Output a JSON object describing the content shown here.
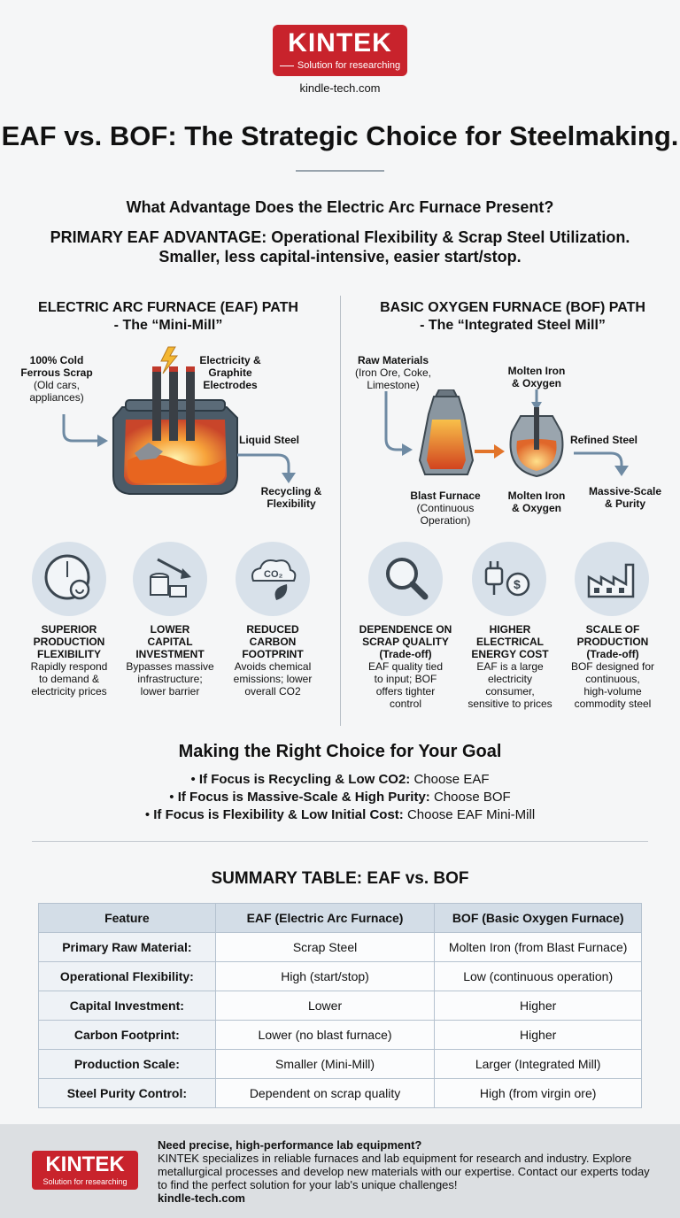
{
  "header": {
    "brand": "KINTEK",
    "tagline": "Solution for researching",
    "site": "kindle-tech.com",
    "title": "EAF vs. BOF: The Strategic Choice for Steelmaking.",
    "question": "What Advantage Does the Electric Arc Furnace Present?",
    "advantage_line1": "PRIMARY EAF ADVANTAGE: Operational Flexibility & Scrap Steel Utilization.",
    "advantage_line2": "Smaller, less capital-intensive, easier start/stop."
  },
  "eaf": {
    "title_line1": "ELECTRIC ARC FURNACE (EAF) PATH",
    "title_line2": "- The “Mini-Mill”",
    "input_bold1": "100% Cold",
    "input_bold2": "Ferrous Scrap",
    "input_note1": "(Old cars,",
    "input_note2": "appliances)",
    "power1": "Electricity &",
    "power2": "Graphite",
    "power3": "Electrodes",
    "output": "Liquid Steel",
    "result1": "Recycling &",
    "result2": "Flexibility",
    "features": [
      {
        "icon": "gauge-icon",
        "title1": "SUPERIOR",
        "title2": "PRODUCTION",
        "title3": "FLEXIBILITY",
        "desc1": "Rapidly respond",
        "desc2": "to demand &",
        "desc3": "electricity prices"
      },
      {
        "icon": "coins-down-icon",
        "title1": "LOWER",
        "title2": "CAPITAL",
        "title3": "INVESTMENT",
        "desc1": "Bypasses massive",
        "desc2": "infrastructure;",
        "desc3": "lower barrier"
      },
      {
        "icon": "co2-leaf-icon",
        "title1": "REDUCED",
        "title2": "CARBON",
        "title3": "FOOTPRINT",
        "desc1": "Avoids chemical",
        "desc2": "emissions; lower",
        "desc3": "overall CO2"
      }
    ]
  },
  "bof": {
    "title_line1": "BASIC OXYGEN FURNACE (BOF) PATH",
    "title_line2": "- The “Integrated Steel Mill”",
    "raw1": "Raw Materials",
    "raw2": "(Iron Ore, Coke,",
    "raw3": "Limestone)",
    "top1": "Molten Iron",
    "top2": "& Oxygen",
    "refined": "Refined Steel",
    "bf1": "Blast Furnace",
    "bf2": "(Continuous",
    "bf3": "Operation)",
    "mid1": "Molten Iron",
    "mid2": "& Oxygen",
    "result1": "Massive-Scale",
    "result2": "& Purity",
    "features": [
      {
        "icon": "magnifier-icon",
        "title1": "DEPENDENCE ON",
        "title2": "SCRAP QUALITY",
        "title3": "(Trade-off)",
        "desc1": "EAF quality tied",
        "desc2": "to input; BOF",
        "desc3": "offers tighter",
        "desc4": "control"
      },
      {
        "icon": "plug-dollar-icon",
        "title1": "HIGHER",
        "title2": "ELECTRICAL",
        "title3": "ENERGY COST",
        "desc1": "EAF is a large",
        "desc2": "electricity",
        "desc3": "consumer,",
        "desc4": "sensitive to prices"
      },
      {
        "icon": "factory-icon",
        "title1": "SCALE OF",
        "title2": "PRODUCTION",
        "title3": "(Trade-off)",
        "desc1": "BOF designed for",
        "desc2": "continuous,",
        "desc3": "high-volume",
        "desc4": "commodity steel"
      }
    ]
  },
  "choice": {
    "title": "Making the Right Choice for Your Goal",
    "items": [
      {
        "bold": "If Focus is Recycling & Low CO2:",
        "rest": " Choose EAF"
      },
      {
        "bold": "If Focus is Massive-Scale & High Purity:",
        "rest": " Choose BOF"
      },
      {
        "bold": "If Focus is Flexibility & Low Initial Cost:",
        "rest": " Choose EAF Mini-Mill"
      }
    ]
  },
  "summary": {
    "title": "SUMMARY TABLE: EAF vs. BOF",
    "headers": [
      "Feature",
      "EAF (Electric Arc Furnace)",
      "BOF (Basic Oxygen Furnace)"
    ],
    "rows": [
      [
        "Primary Raw Material:",
        "Scrap Steel",
        "Molten Iron (from Blast Furnace)"
      ],
      [
        "Operational Flexibility:",
        "High (start/stop)",
        "Low (continuous operation)"
      ],
      [
        "Capital Investment:",
        "Lower",
        "Higher"
      ],
      [
        "Carbon Footprint:",
        "Lower (no blast furnace)",
        "Higher"
      ],
      [
        "Production Scale:",
        "Smaller (Mini-Mill)",
        "Larger (Integrated Mill)"
      ],
      [
        "Steel Purity Control:",
        "Dependent on scrap quality",
        "High (from virgin ore)"
      ]
    ]
  },
  "footer": {
    "brand": "KINTEK",
    "tagline": "Solution for researching",
    "headline": "Need precise, high-performance lab equipment?",
    "body": "KINTEK specializes in reliable furnaces and lab equipment for research and industry. Explore metallurgical processes and develop new materials with our expertise. Contact our experts today to find the perfect solution for your lab's unique challenges!",
    "site": "kindle-tech.com"
  }
}
